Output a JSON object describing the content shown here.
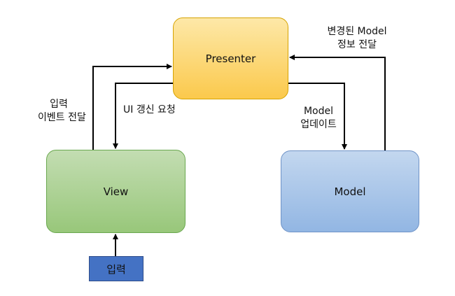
{
  "nodes": {
    "presenter": "Presenter",
    "view": "View",
    "model": "Model",
    "input": "입력"
  },
  "edge_labels": {
    "view_to_presenter": [
      "입력",
      "이벤트 전달"
    ],
    "presenter_to_view": "UI 갱신 요청",
    "presenter_to_model": [
      "Model",
      "업데이트"
    ],
    "model_to_presenter": [
      "변경된 Model",
      "정보 전달"
    ]
  },
  "colors": {
    "presenter_fill": "#fbc94c",
    "view_fill": "#98c77a",
    "model_fill": "#92b6e3",
    "input_fill": "#4472c4",
    "arrow": "#000000"
  }
}
